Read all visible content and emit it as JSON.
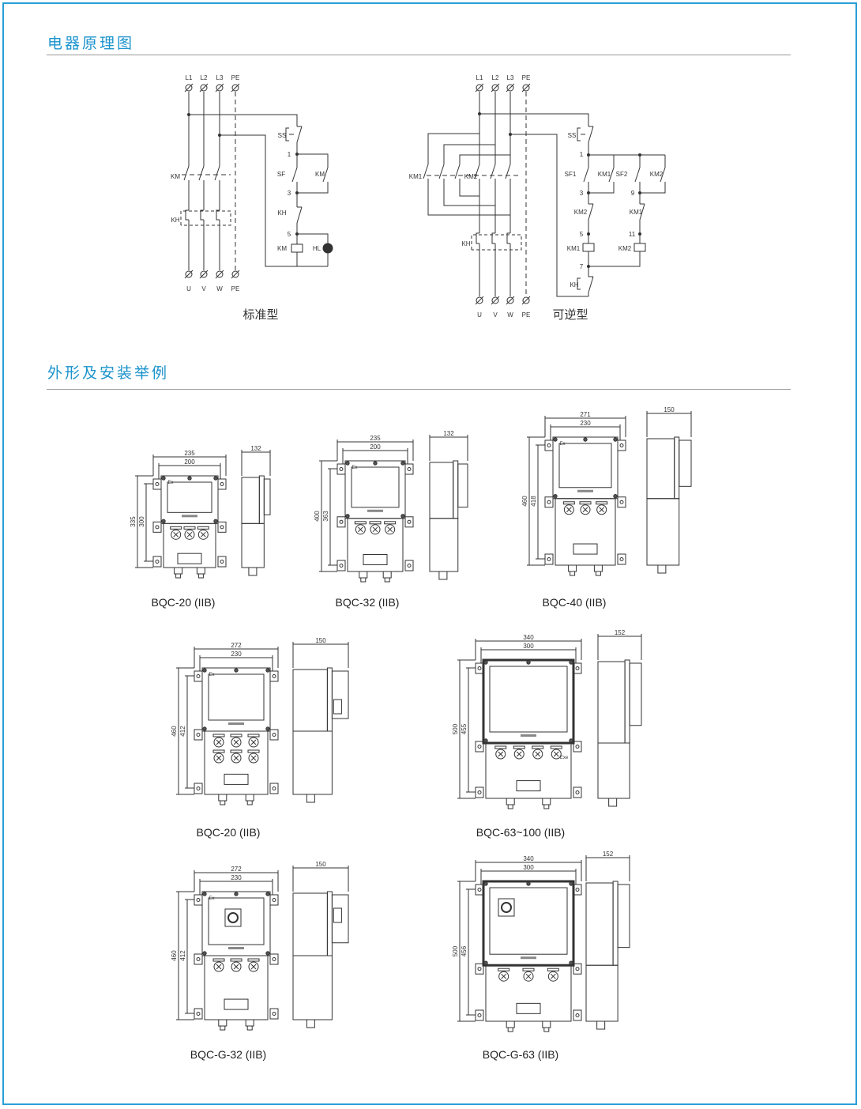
{
  "sections": {
    "schematic_title": "电器原理图",
    "outline_title": "外形及安装举例"
  },
  "standard": {
    "caption": "标准型",
    "top_terminals": [
      "L1",
      "L2",
      "L3",
      "PE"
    ],
    "bottom_terminals": [
      "U",
      "V",
      "W",
      "PE"
    ],
    "labels": {
      "km_main": "KM",
      "kh_main": "KH",
      "ss": "SS",
      "sf": "SF",
      "km_aux": "KM",
      "kh": "KH",
      "km_coil": "KM",
      "hl": "HL",
      "n1": "1",
      "n3": "3",
      "n5": "5"
    }
  },
  "reversing": {
    "caption": "可逆型",
    "top_terminals": [
      "L1",
      "L2",
      "L3",
      "PE"
    ],
    "bottom_terminals": [
      "U",
      "V",
      "W",
      "PE"
    ],
    "labels": {
      "km1_main": "KM1",
      "km2_main": "KM2",
      "kh_main": "KH",
      "ss": "SS",
      "sf1": "SF1",
      "km1_aux": "KM1",
      "sf2": "SF2",
      "km2_aux": "KM2",
      "km2_nc": "KM2",
      "km1_nc": "KM1",
      "km1_coil": "KM1",
      "km2_coil": "KM2",
      "kh": "KH",
      "n1": "1",
      "n3": "3",
      "n9": "9",
      "n5": "5",
      "n11": "11",
      "n7": "7"
    }
  },
  "products": [
    {
      "caption": "BQC-20 (IIB)",
      "width_outer": "235",
      "width_inner": "200",
      "height_outer": "335",
      "height_inner": "300",
      "depth": "132",
      "mark": "Ex"
    },
    {
      "caption": "BQC-32 (IIB)",
      "width_outer": "235",
      "width_inner": "200",
      "height_outer": "400",
      "height_inner": "363",
      "depth": "132",
      "mark": "Ex"
    },
    {
      "caption": "BQC-40 (IIB)",
      "width_outer": "271",
      "width_inner": "230",
      "height_outer": "460",
      "height_inner": "418",
      "depth": "150",
      "mark": "Ex"
    },
    {
      "caption": "BQC-20 (IIB)",
      "width_outer": "272",
      "width_inner": "230",
      "height_outer": "460",
      "height_inner": "412",
      "depth": "150",
      "mark": "Ex"
    },
    {
      "caption": "BQC-63~100 (IIB)",
      "width_outer": "340",
      "width_inner": "300",
      "height_outer": "500",
      "height_inner": "455",
      "depth": "152",
      "mark": "Exe"
    },
    {
      "caption": "BQC-G-32 (IIB)",
      "width_outer": "272",
      "width_inner": "230",
      "height_outer": "460",
      "height_inner": "412",
      "depth": "150",
      "mark": "Ex"
    },
    {
      "caption": "BQC-G-63 (IIB)",
      "width_outer": "340",
      "width_inner": "300",
      "height_outer": "500",
      "height_inner": "456",
      "depth": "152",
      "mark": ""
    }
  ],
  "colors": {
    "accent": "#1b93cc",
    "frame": "#2a9fd6",
    "line": "#333333"
  }
}
